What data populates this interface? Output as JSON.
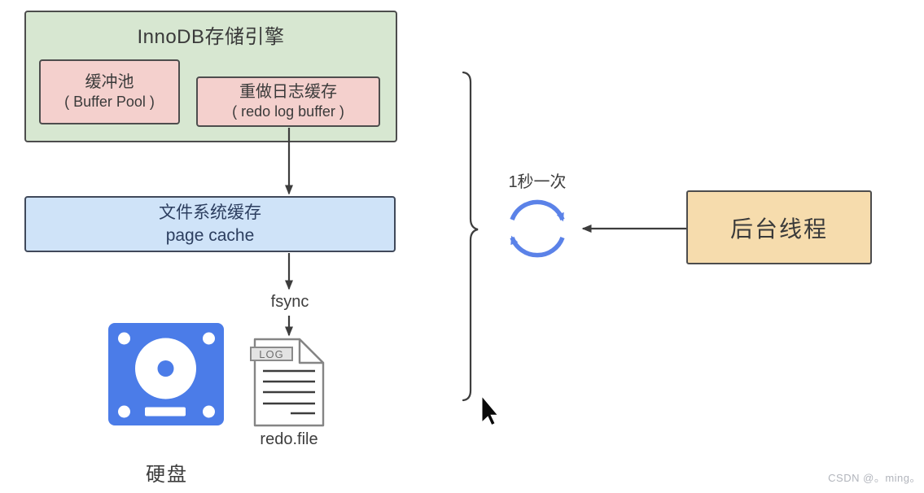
{
  "diagram": {
    "innodb_box": {
      "title": "InnoDB存储引擎"
    },
    "buffer_pool_box": {
      "line1": "缓冲池",
      "line2": "( Buffer Pool )"
    },
    "redo_log_buffer_box": {
      "line1": "重做日志缓存",
      "line2": "( redo log buffer )"
    },
    "page_cache_box": {
      "line1": "文件系统缓存",
      "line2": "page cache"
    },
    "fsync_label": "fsync",
    "log_file": {
      "badge": "LOG",
      "label": "redo.file"
    },
    "disk_label": "硬盘",
    "interval_label": "1秒一次",
    "background_thread_box": {
      "label": "后台线程"
    },
    "icons": {
      "disk": "hard-disk-icon",
      "log_file": "log-file-icon",
      "refresh": "refresh-cycle-icon",
      "cursor": "mouse-cursor-icon",
      "brace": "grouping-brace"
    },
    "colors": {
      "innodb_fill": "#d7e7d1",
      "buffer_fill": "#f4d0cd",
      "page_cache_fill": "#cfe3f8",
      "thread_fill": "#f6dcad",
      "disk_blue": "#4b7ce8",
      "refresh_blue": "#5b82e8",
      "arrow_dark": "#3d3d3d"
    }
  },
  "watermark": "CSDN @。ming。"
}
